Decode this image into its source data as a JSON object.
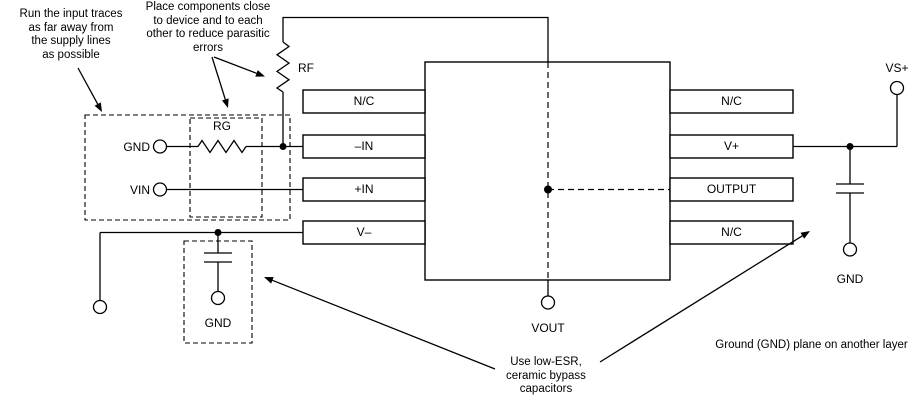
{
  "annotations": {
    "run_input_traces": "Run the input traces\nas far away from\nthe supply lines\nas possible",
    "place_components": "Place components close\nto device and to each\nother to reduce parasitic\nerrors",
    "bypass_caps": "Use low-ESR,\nceramic bypass\ncapacitors",
    "gnd_plane": "Ground (GND) plane on another layer"
  },
  "labels": {
    "rf": "RF",
    "rg": "RG",
    "gnd_input": "GND",
    "vin": "VIN",
    "gnd_left_cap": "GND",
    "vout": "VOUT",
    "vs_plus": "VS+",
    "gnd_right_cap": "GND"
  },
  "ic": {
    "left_pins": [
      "N/C",
      "–IN",
      "+IN",
      "V–"
    ],
    "right_pins": [
      "N/C",
      "V+",
      "OUTPUT",
      "N/C"
    ]
  },
  "colors": {
    "line": "#000000",
    "background": "#ffffff"
  }
}
